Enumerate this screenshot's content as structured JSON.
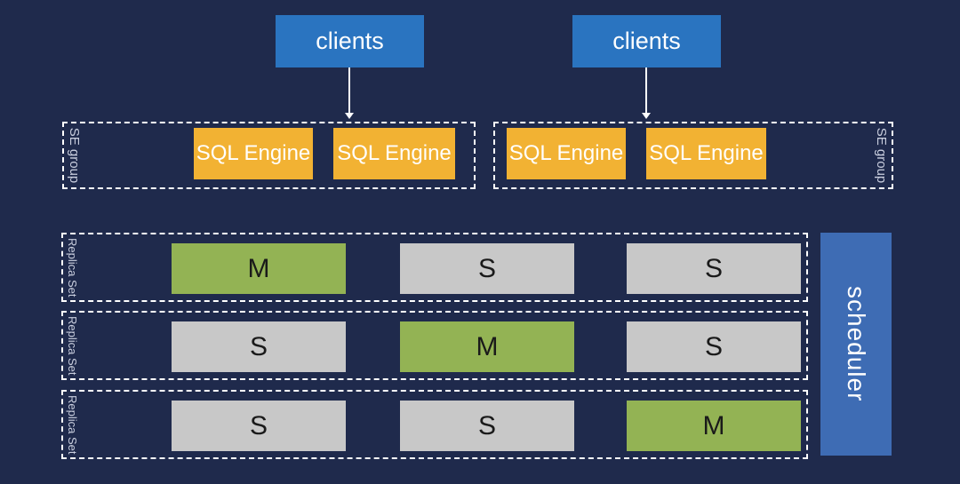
{
  "colors": {
    "background": "#1f2a4c",
    "clients_blue": "#2a74c0",
    "scheduler_blue": "#3e6cb4",
    "sql_engine_yellow": "#f2b233",
    "master_green": "#93b354",
    "secondary_gray": "#c8c8c8",
    "dashed_border": "#ffffff",
    "side_label_text": "#c9cede",
    "node_text": "#1a1a1a"
  },
  "clients": [
    {
      "label": "clients"
    },
    {
      "label": "clients"
    }
  ],
  "se_groups": [
    {
      "label": "SE group",
      "label_side": "left",
      "engines": [
        {
          "label": "SQL Engine"
        },
        {
          "label": "SQL Engine"
        }
      ]
    },
    {
      "label": "SE group",
      "label_side": "right",
      "engines": [
        {
          "label": "SQL Engine"
        },
        {
          "label": "SQL Engine"
        }
      ]
    }
  ],
  "replica_sets": [
    {
      "label": "Replica Set",
      "nodes": [
        {
          "role": "M"
        },
        {
          "role": "S"
        },
        {
          "role": "S"
        }
      ]
    },
    {
      "label": "Replica Set",
      "nodes": [
        {
          "role": "S"
        },
        {
          "role": "M"
        },
        {
          "role": "S"
        }
      ]
    },
    {
      "label": "Replica Set",
      "nodes": [
        {
          "role": "S"
        },
        {
          "role": "S"
        },
        {
          "role": "M"
        }
      ]
    }
  ],
  "scheduler": {
    "label": "scheduler"
  }
}
